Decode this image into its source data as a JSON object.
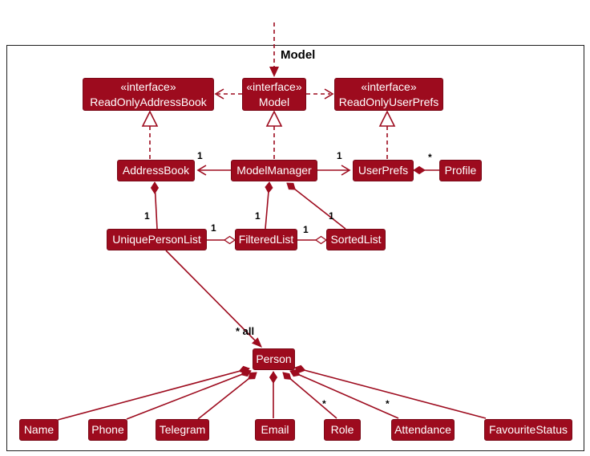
{
  "diagram": {
    "type": "uml-class-diagram",
    "frame_label": "Model",
    "nodes": {
      "readonly_address_book": {
        "stereotype": "«interface»",
        "name": "ReadOnlyAddressBook"
      },
      "model_interface": {
        "stereotype": "«interface»",
        "name": "Model"
      },
      "readonly_user_prefs": {
        "stereotype": "«interface»",
        "name": "ReadOnlyUserPrefs"
      },
      "address_book": {
        "name": "AddressBook"
      },
      "model_manager": {
        "name": "ModelManager"
      },
      "user_prefs": {
        "name": "UserPrefs"
      },
      "profile": {
        "name": "Profile"
      },
      "unique_person_list": {
        "name": "UniquePersonList"
      },
      "filtered_list": {
        "name": "FilteredList"
      },
      "sorted_list": {
        "name": "SortedList"
      },
      "person": {
        "name": "Person"
      },
      "name_attr": {
        "name": "Name"
      },
      "phone": {
        "name": "Phone"
      },
      "telegram": {
        "name": "Telegram"
      },
      "email": {
        "name": "Email"
      },
      "role": {
        "name": "Role"
      },
      "attendance": {
        "name": "Attendance"
      },
      "favourite_status": {
        "name": "FavouriteStatus"
      }
    },
    "multiplicities": {
      "modelmanager_addressbook": "1",
      "modelmanager_userprefs": "1",
      "userprefs_profile": "*",
      "addressbook_uniquepersonlist": "1",
      "modelmanager_filteredlist": "1",
      "modelmanager_sortedlist": "1",
      "uniquepersonlist_filteredlist": "1",
      "filteredlist_sortedlist": "1",
      "uniquepersonlist_person": "* all",
      "person_role": "*",
      "person_attendance": "*"
    },
    "edges": [
      {
        "from": "external",
        "to": "model_interface",
        "type": "dashed-arrow",
        "label": "Model"
      },
      {
        "from": "model_interface",
        "to": "readonly_address_book",
        "type": "dependency"
      },
      {
        "from": "model_interface",
        "to": "readonly_user_prefs",
        "type": "dependency"
      },
      {
        "from": "address_book",
        "to": "readonly_address_book",
        "type": "realization"
      },
      {
        "from": "model_manager",
        "to": "model_interface",
        "type": "realization"
      },
      {
        "from": "user_prefs",
        "to": "readonly_user_prefs",
        "type": "realization"
      },
      {
        "from": "model_manager",
        "to": "address_book",
        "type": "association",
        "multiplicity": "1"
      },
      {
        "from": "model_manager",
        "to": "user_prefs",
        "type": "association",
        "multiplicity": "1"
      },
      {
        "from": "user_prefs",
        "to": "profile",
        "type": "composition",
        "multiplicity": "*"
      },
      {
        "from": "address_book",
        "to": "unique_person_list",
        "type": "composition",
        "multiplicity": "1"
      },
      {
        "from": "model_manager",
        "to": "filtered_list",
        "type": "composition",
        "multiplicity": "1"
      },
      {
        "from": "model_manager",
        "to": "sorted_list",
        "type": "composition",
        "multiplicity": "1"
      },
      {
        "from": "unique_person_list",
        "to": "filtered_list",
        "type": "aggregation",
        "multiplicity": "1"
      },
      {
        "from": "filtered_list",
        "to": "sorted_list",
        "type": "aggregation",
        "multiplicity": "1"
      },
      {
        "from": "unique_person_list",
        "to": "person",
        "type": "association",
        "multiplicity": "* all"
      },
      {
        "from": "person",
        "to": "name_attr",
        "type": "composition"
      },
      {
        "from": "person",
        "to": "phone",
        "type": "composition"
      },
      {
        "from": "person",
        "to": "telegram",
        "type": "composition"
      },
      {
        "from": "person",
        "to": "email",
        "type": "composition"
      },
      {
        "from": "person",
        "to": "role",
        "type": "composition",
        "multiplicity": "*"
      },
      {
        "from": "person",
        "to": "attendance",
        "type": "composition",
        "multiplicity": "*"
      },
      {
        "from": "person",
        "to": "favourite_status",
        "type": "composition"
      }
    ],
    "colors": {
      "node_fill": "#9d0b1e",
      "node_border": "#7a0a18",
      "edge": "#9d0b1e",
      "frame_border": "#1f1f1f",
      "label_text": "#000000",
      "node_text": "#ffffff"
    }
  }
}
